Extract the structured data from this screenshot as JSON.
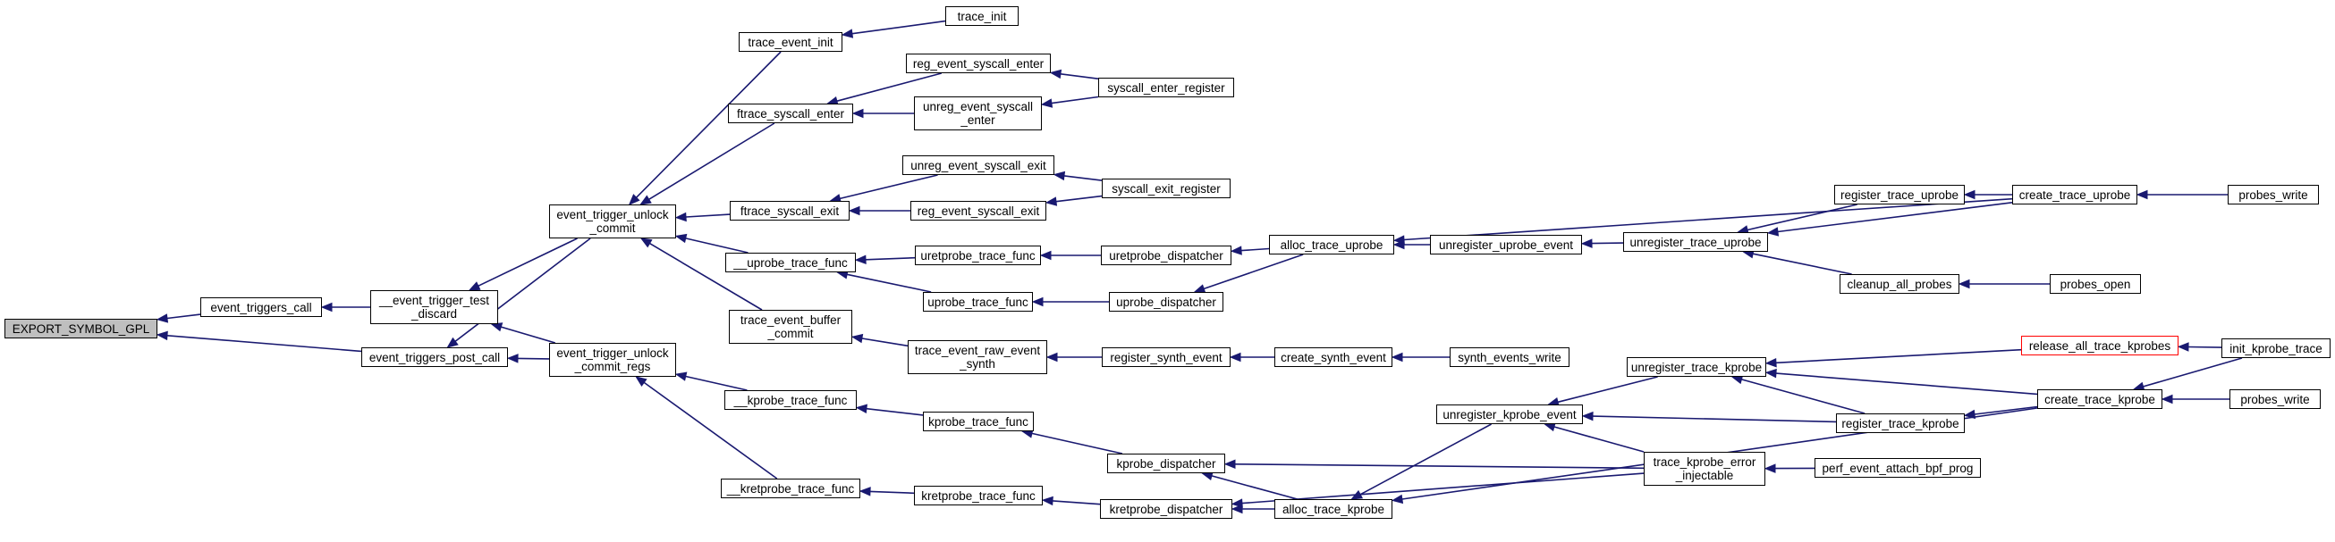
{
  "colors": {
    "edge": "#191970",
    "node_border": "#000000",
    "root_fill": "#bfbfbf",
    "highlight_border": "#ff0000"
  },
  "nodes": {
    "export_symbol_gpl": "EXPORT_SYMBOL_GPL",
    "event_triggers_call": "event_triggers_call",
    "event_triggers_post_call": "event_triggers_post_call",
    "event_trigger_test_discard": "__event_trigger_test\n_discard",
    "event_trigger_unlock_commit": "event_trigger_unlock\n_commit",
    "event_trigger_unlock_commit_regs": "event_trigger_unlock\n_commit_regs",
    "trace_event_init": "trace_event_init",
    "trace_init": "trace_init",
    "ftrace_syscall_enter": "ftrace_syscall_enter",
    "reg_event_syscall_enter": "reg_event_syscall_enter",
    "unreg_event_syscall_enter": "unreg_event_syscall\n_enter",
    "syscall_enter_register": "syscall_enter_register",
    "ftrace_syscall_exit": "ftrace_syscall_exit",
    "unreg_event_syscall_exit": "unreg_event_syscall_exit",
    "reg_event_syscall_exit": "reg_event_syscall_exit",
    "syscall_exit_register": "syscall_exit_register",
    "uprobe_trace_func_internal": "__uprobe_trace_func",
    "uretprobe_trace_func": "uretprobe_trace_func",
    "uprobe_trace_func": "uprobe_trace_func",
    "uretprobe_dispatcher": "uretprobe_dispatcher",
    "uprobe_dispatcher": "uprobe_dispatcher",
    "alloc_trace_uprobe": "alloc_trace_uprobe",
    "unregister_uprobe_event": "unregister_uprobe_event",
    "unregister_trace_uprobe": "unregister_trace_uprobe",
    "register_trace_uprobe": "register_trace_uprobe",
    "create_trace_uprobe": "create_trace_uprobe",
    "probes_write_1": "probes_write",
    "cleanup_all_probes": "cleanup_all_probes",
    "probes_open": "probes_open",
    "trace_event_buffer_commit": "trace_event_buffer\n_commit",
    "trace_event_raw_event_synth": "trace_event_raw_event\n_synth",
    "register_synth_event": "register_synth_event",
    "create_synth_event": "create_synth_event",
    "synth_events_write": "synth_events_write",
    "kprobe_trace_func_internal": "__kprobe_trace_func",
    "kprobe_trace_func": "kprobe_trace_func",
    "kretprobe_trace_func_internal": "__kretprobe_trace_func",
    "kretprobe_trace_func": "kretprobe_trace_func",
    "kprobe_dispatcher": "kprobe_dispatcher",
    "kretprobe_dispatcher": "kretprobe_dispatcher",
    "alloc_trace_kprobe": "alloc_trace_kprobe",
    "unregister_kprobe_event": "unregister_kprobe_event",
    "unregister_trace_kprobe": "unregister_trace_kprobe",
    "register_trace_kprobe": "register_trace_kprobe",
    "trace_kprobe_error_injectable": "trace_kprobe_error\n_injectable",
    "perf_event_attach_bpf_prog": "perf_event_attach_bpf_prog",
    "release_all_trace_kprobes": "release_all_trace_kprobes",
    "create_trace_kprobe": "create_trace_kprobe",
    "init_kprobe_trace": "init_kprobe_trace",
    "probes_write_2": "probes_write"
  },
  "edges": [
    [
      "event_triggers_call",
      "export_symbol_gpl"
    ],
    [
      "event_triggers_post_call",
      "export_symbol_gpl"
    ],
    [
      "event_trigger_test_discard",
      "event_triggers_call"
    ],
    [
      "event_trigger_unlock_commit",
      "event_trigger_test_discard"
    ],
    [
      "event_trigger_unlock_commit_regs",
      "event_trigger_test_discard"
    ],
    [
      "event_trigger_unlock_commit",
      "event_triggers_post_call"
    ],
    [
      "event_trigger_unlock_commit_regs",
      "event_triggers_post_call"
    ],
    [
      "trace_event_init",
      "event_trigger_unlock_commit"
    ],
    [
      "ftrace_syscall_enter",
      "event_trigger_unlock_commit"
    ],
    [
      "ftrace_syscall_exit",
      "event_trigger_unlock_commit"
    ],
    [
      "uprobe_trace_func_internal",
      "event_trigger_unlock_commit"
    ],
    [
      "trace_event_buffer_commit",
      "event_trigger_unlock_commit"
    ],
    [
      "kprobe_trace_func_internal",
      "event_trigger_unlock_commit_regs"
    ],
    [
      "kretprobe_trace_func_internal",
      "event_trigger_unlock_commit_regs"
    ],
    [
      "trace_init",
      "trace_event_init"
    ],
    [
      "reg_event_syscall_enter",
      "ftrace_syscall_enter"
    ],
    [
      "unreg_event_syscall_enter",
      "ftrace_syscall_enter"
    ],
    [
      "syscall_enter_register",
      "reg_event_syscall_enter"
    ],
    [
      "syscall_enter_register",
      "unreg_event_syscall_enter"
    ],
    [
      "unreg_event_syscall_exit",
      "ftrace_syscall_exit"
    ],
    [
      "reg_event_syscall_exit",
      "ftrace_syscall_exit"
    ],
    [
      "syscall_exit_register",
      "unreg_event_syscall_exit"
    ],
    [
      "syscall_exit_register",
      "reg_event_syscall_exit"
    ],
    [
      "uretprobe_trace_func",
      "uprobe_trace_func_internal"
    ],
    [
      "uprobe_trace_func",
      "uprobe_trace_func_internal"
    ],
    [
      "uretprobe_dispatcher",
      "uretprobe_trace_func"
    ],
    [
      "uprobe_dispatcher",
      "uprobe_trace_func"
    ],
    [
      "alloc_trace_uprobe",
      "uretprobe_dispatcher"
    ],
    [
      "alloc_trace_uprobe",
      "uprobe_dispatcher"
    ],
    [
      "unregister_uprobe_event",
      "alloc_trace_uprobe"
    ],
    [
      "create_trace_uprobe",
      "alloc_trace_uprobe"
    ],
    [
      "unregister_trace_uprobe",
      "unregister_uprobe_event"
    ],
    [
      "register_trace_uprobe",
      "unregister_trace_uprobe"
    ],
    [
      "create_trace_uprobe",
      "unregister_trace_uprobe"
    ],
    [
      "cleanup_all_probes",
      "unregister_trace_uprobe"
    ],
    [
      "create_trace_uprobe",
      "register_trace_uprobe"
    ],
    [
      "probes_write_1",
      "create_trace_uprobe"
    ],
    [
      "probes_open",
      "cleanup_all_probes"
    ],
    [
      "trace_event_raw_event_synth",
      "trace_event_buffer_commit"
    ],
    [
      "register_synth_event",
      "trace_event_raw_event_synth"
    ],
    [
      "create_synth_event",
      "register_synth_event"
    ],
    [
      "synth_events_write",
      "create_synth_event"
    ],
    [
      "kprobe_trace_func",
      "kprobe_trace_func_internal"
    ],
    [
      "kprobe_dispatcher",
      "kprobe_trace_func"
    ],
    [
      "kretprobe_trace_func",
      "kretprobe_trace_func_internal"
    ],
    [
      "kretprobe_dispatcher",
      "kretprobe_trace_func"
    ],
    [
      "alloc_trace_kprobe",
      "kprobe_dispatcher"
    ],
    [
      "alloc_trace_kprobe",
      "kretprobe_dispatcher"
    ],
    [
      "unregister_kprobe_event",
      "alloc_trace_kprobe"
    ],
    [
      "create_trace_kprobe",
      "alloc_trace_kprobe"
    ],
    [
      "unregister_trace_kprobe",
      "unregister_kprobe_event"
    ],
    [
      "register_trace_kprobe",
      "unregister_kprobe_event"
    ],
    [
      "trace_kprobe_error_injectable",
      "kprobe_dispatcher"
    ],
    [
      "trace_kprobe_error_injectable",
      "kretprobe_dispatcher"
    ],
    [
      "trace_kprobe_error_injectable",
      "unregister_kprobe_event"
    ],
    [
      "perf_event_attach_bpf_prog",
      "trace_kprobe_error_injectable"
    ],
    [
      "release_all_trace_kprobes",
      "unregister_trace_kprobe"
    ],
    [
      "register_trace_kprobe",
      "unregister_trace_kprobe"
    ],
    [
      "create_trace_kprobe",
      "unregister_trace_kprobe"
    ],
    [
      "create_trace_kprobe",
      "register_trace_kprobe"
    ],
    [
      "init_kprobe_trace",
      "release_all_trace_kprobes"
    ],
    [
      "init_kprobe_trace",
      "create_trace_kprobe"
    ],
    [
      "probes_write_2",
      "create_trace_kprobe"
    ]
  ]
}
